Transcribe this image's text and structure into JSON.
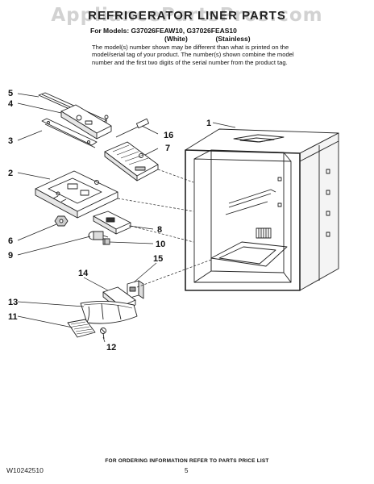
{
  "watermark": "AppliancePartsPros.com",
  "title": "REFRIGERATOR LINER PARTS",
  "models": {
    "line1": "For Models: G37026FEAW10, G37026FEAS10",
    "white": "(White)",
    "stainless": "(Stainless)"
  },
  "note": "The model(s) number shown may be different than what is printed on the model/serial tag of your product. The number(s) shown combine the model number and the first two digits of the serial number from the product tag.",
  "callouts": [
    "1",
    "2",
    "3",
    "4",
    "5",
    "6",
    "7",
    "8",
    "9",
    "10",
    "11",
    "12",
    "13",
    "14",
    "15",
    "16"
  ],
  "footer": {
    "doc_id": "W10242510",
    "ordering": "FOR ORDERING INFORMATION REFER TO PARTS PRICE LIST",
    "page": "5"
  },
  "colors": {
    "line": "#222222",
    "watermark": "#d2d2d2",
    "fill": "#ffffff",
    "shade": "#c9c9c9"
  }
}
